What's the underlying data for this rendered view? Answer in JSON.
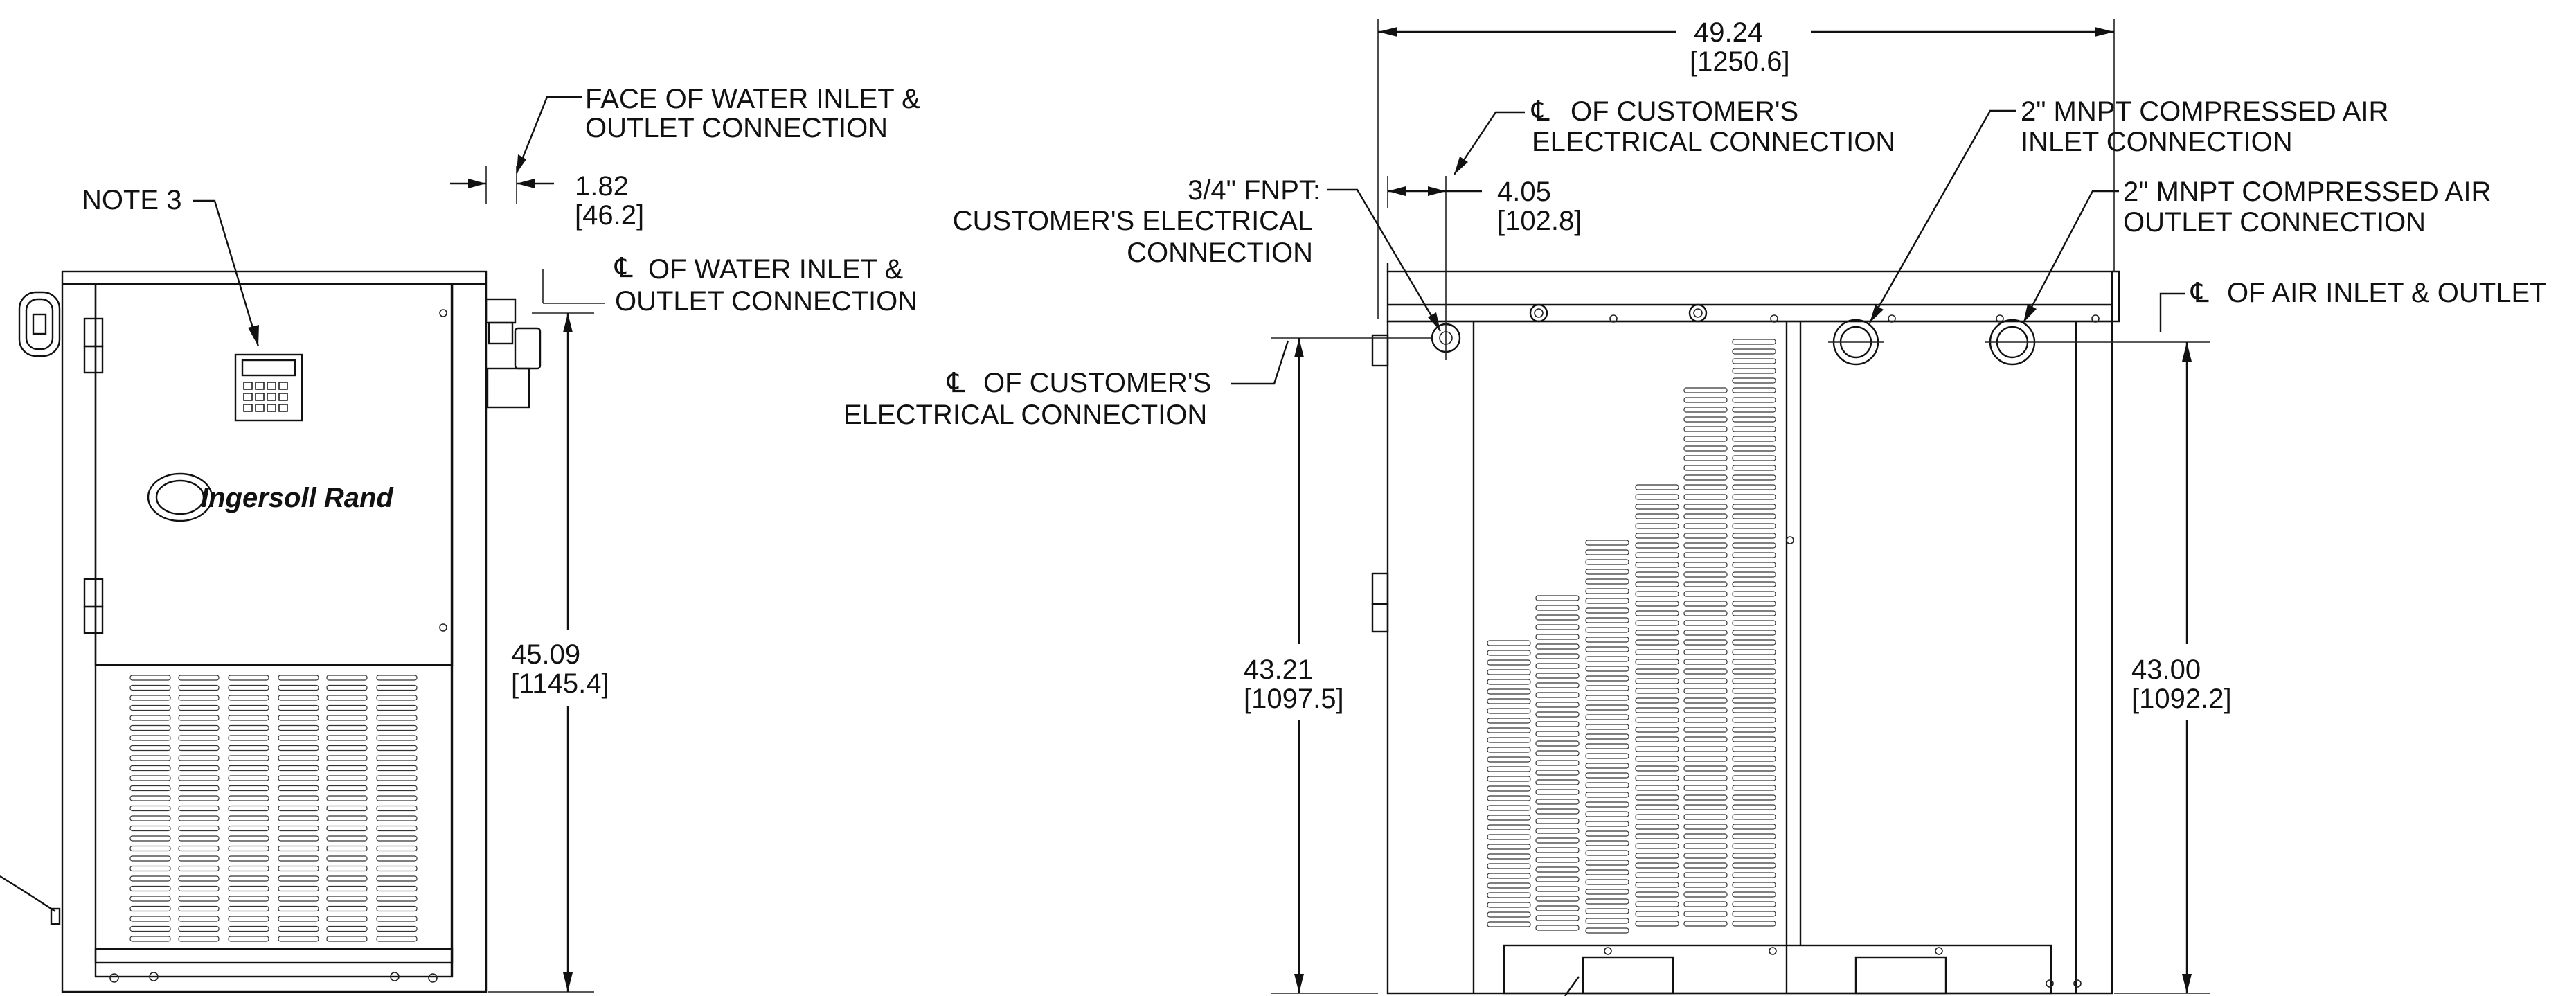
{
  "drawing": {
    "brand_logo_text": "Ingersoll Rand",
    "front_view": {
      "note_label": "NOTE 3",
      "water_face_label_1": "FACE OF WATER INLET &",
      "water_face_label_2": "OUTLET CONNECTION",
      "offset_in": "1.82",
      "offset_mm": "[46.2]",
      "water_cl_label_1": "OF WATER INLET &",
      "water_cl_label_2": "OUTLET CONNECTION",
      "height_in": "45.09",
      "height_mm": "[1145.4]"
    },
    "side_view": {
      "overall_width_in": "49.24",
      "overall_width_mm": "[1250.6]",
      "elec_cl_top_1": "OF CUSTOMER'S",
      "elec_cl_top_2": "ELECTRICAL CONNECTION",
      "elec_offset_in": "4.05",
      "elec_offset_mm": "[102.8]",
      "fnpt_label_1": "3/4\" FNPT:",
      "fnpt_label_2": "CUSTOMER'S ELECTRICAL",
      "fnpt_label_3": "CONNECTION",
      "elec_cl_left_1": "OF CUSTOMER'S",
      "elec_cl_left_2": "ELECTRICAL CONNECTION",
      "air_inlet_label_1": "2\" MNPT COMPRESSED AIR",
      "air_inlet_label_2": "INLET CONNECTION",
      "air_outlet_label_1": "2\" MNPT COMPRESSED AIR",
      "air_outlet_label_2": "OUTLET CONNECTION",
      "air_cl_label": "OF AIR INLET & OUTLET",
      "elec_height_in": "43.21",
      "elec_height_mm": "[1097.5]",
      "air_height_in": "43.00",
      "air_height_mm": "[1092.2]"
    }
  }
}
